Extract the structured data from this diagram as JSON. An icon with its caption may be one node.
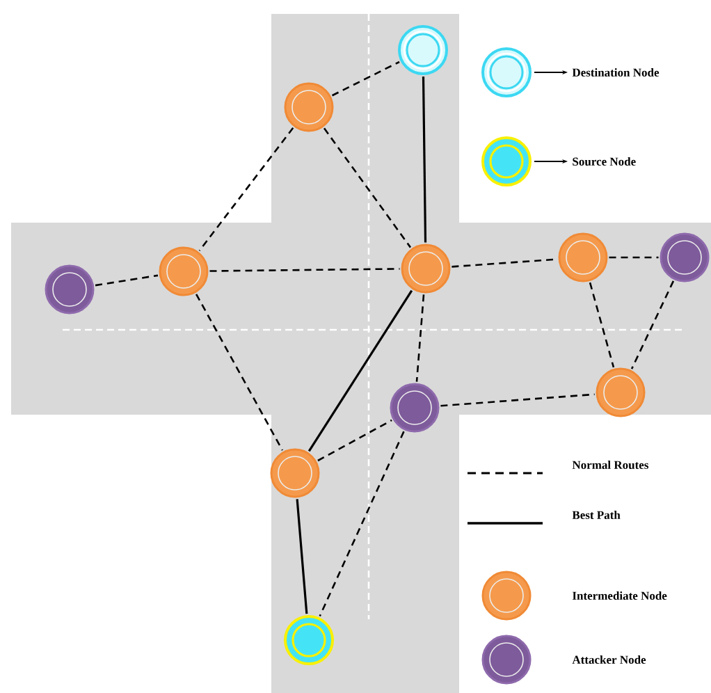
{
  "diagram": {
    "nodes": [
      {
        "text": [],
        "shape": "circle"
      },
      {
        "text": [],
        "shape": "circle"
      },
      {
        "text": [],
        "shape": "circle"
      },
      {
        "text": [],
        "shape": "circle"
      },
      {
        "text": [],
        "shape": "circle"
      },
      {
        "text": [],
        "shape": "circle"
      },
      {
        "text": [],
        "shape": "circle"
      },
      {
        "text": [],
        "shape": "circle"
      },
      {
        "text": [],
        "shape": "circle"
      },
      {
        "text": [],
        "shape": "circle"
      },
      {
        "text": [],
        "shape": "circle"
      }
    ],
    "edges": [
      {
        "from": 1,
        "to": 0,
        "arrow": "none",
        "style": "dashed"
      },
      {
        "from": 0,
        "to": 4,
        "arrow": "none"
      },
      {
        "from": 1,
        "to": 3,
        "arrow": "none",
        "style": "dashed"
      },
      {
        "from": 1,
        "to": 4,
        "arrow": "none",
        "style": "dashed"
      },
      {
        "from": 2,
        "to": 3,
        "arrow": "none",
        "style": "dashed"
      },
      {
        "from": 3,
        "to": 4,
        "arrow": "none",
        "style": "dashed"
      },
      {
        "from": 4,
        "to": 5,
        "arrow": "none",
        "style": "dashed"
      },
      {
        "from": 5,
        "to": 6,
        "arrow": "none",
        "style": "dashed"
      },
      {
        "from": 3,
        "to": 9,
        "arrow": "none",
        "style": "dashed"
      },
      {
        "from": 4,
        "to": 9,
        "arrow": "none"
      },
      {
        "from": 4,
        "to": 7,
        "arrow": "none",
        "style": "dashed"
      },
      {
        "from": 7,
        "to": 8,
        "arrow": "none",
        "style": "dashed"
      },
      {
        "from": 5,
        "to": 8,
        "arrow": "none",
        "style": "dashed"
      },
      {
        "from": 6,
        "to": 8,
        "arrow": "none",
        "style": "dashed"
      },
      {
        "from": 9,
        "to": 7,
        "arrow": "none",
        "style": "dashed"
      },
      {
        "from": 9,
        "to": 10,
        "arrow": "none"
      },
      {
        "from": 7,
        "to": 10,
        "arrow": "none",
        "style": "dashed"
      }
    ],
    "legend": [
      {
        "text": "Destination Node"
      },
      {
        "text": "Source Node"
      },
      {
        "text": "Normal Routes"
      },
      {
        "text": "Best Path"
      },
      {
        "text": "Intermediate Node"
      },
      {
        "text": "Attacker Node"
      }
    ]
  }
}
